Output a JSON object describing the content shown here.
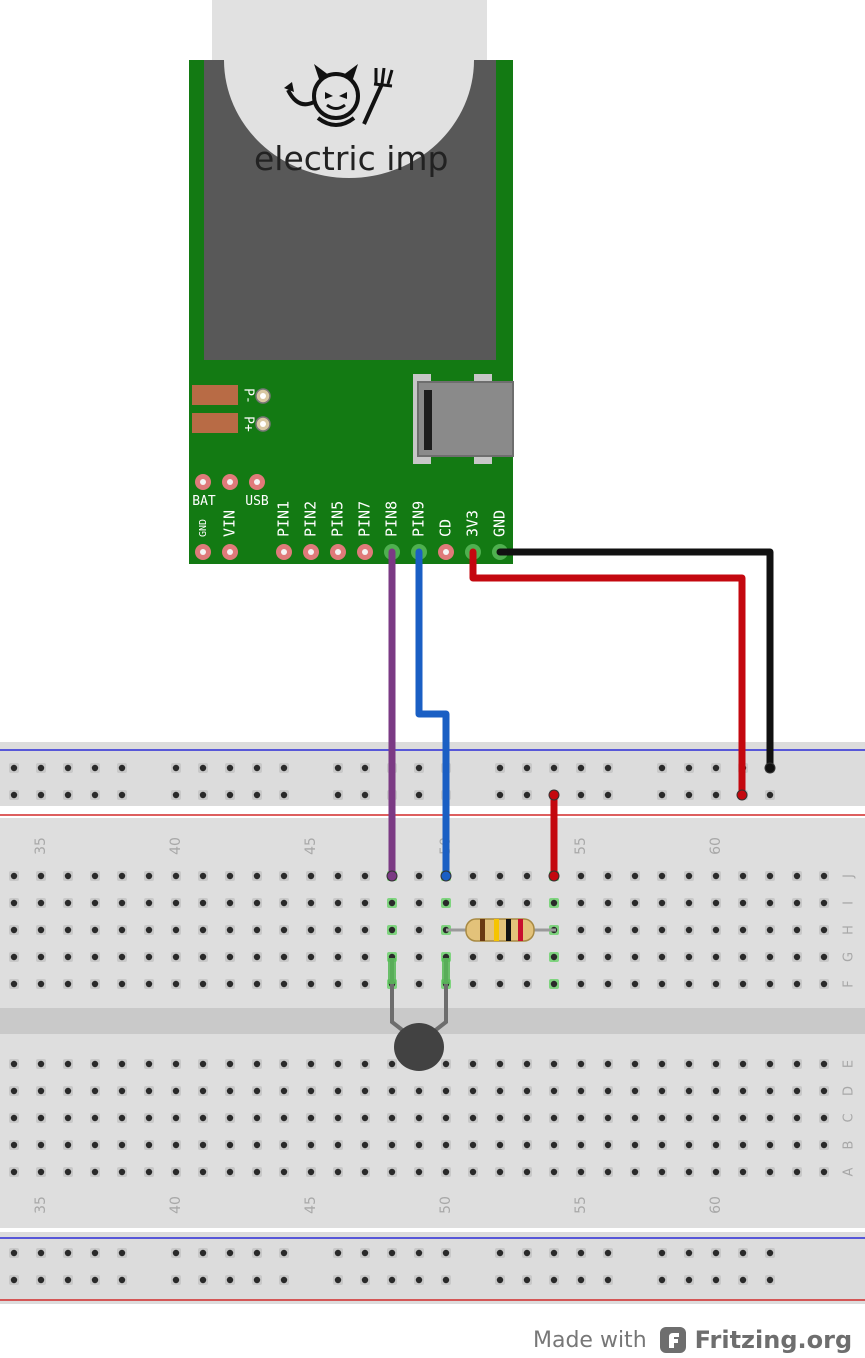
{
  "imp": {
    "logo_text": "electric imp",
    "labels_top": [
      "BAT",
      "USB"
    ],
    "labels_bottom": [
      "GND",
      "VIN",
      "PIN1",
      "PIN2",
      "PIN5",
      "PIN7",
      "PIN8",
      "PIN9",
      "CD",
      "3V3",
      "GND"
    ],
    "side_labels": [
      "P-",
      "P+"
    ],
    "board_color": "#137a13"
  },
  "breadboard": {
    "column_numbers": [
      "35",
      "40",
      "45",
      "50",
      "55",
      "60"
    ],
    "row_letters_top": [
      "J",
      "I",
      "H",
      "G",
      "F"
    ],
    "row_letters_bottom": [
      "E",
      "D",
      "C",
      "B",
      "A"
    ]
  },
  "wires": {
    "pin8": "#7b3a84",
    "pin9": "#1a5fc4",
    "v3": "#c4080f",
    "gnd": "#111111"
  },
  "footer": {
    "made_with": "Made with",
    "brand": "Fritzing.org"
  }
}
